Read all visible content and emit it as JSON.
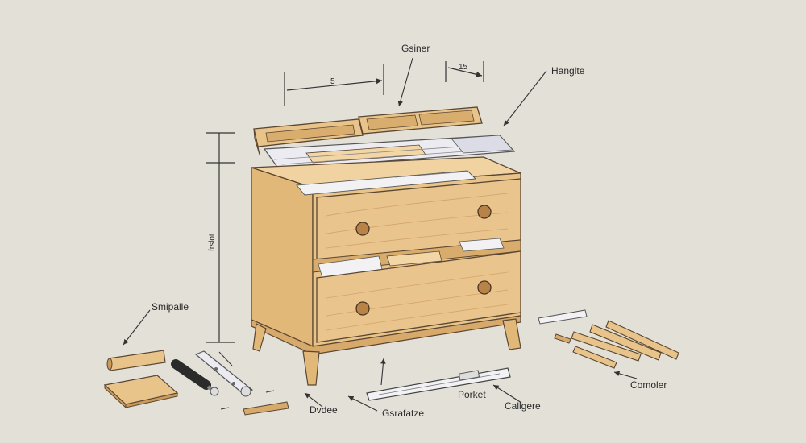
{
  "diagram": {
    "labels": {
      "top_center": "Gsiner",
      "top_right": "Hanglte",
      "width_dim": "5",
      "depth_dim": "15",
      "height_dim": "frslot",
      "left_part": "Smipalle",
      "bottom_1": "Dvdee",
      "bottom_2": "Gsrafatze",
      "bottom_3": "Porket",
      "bottom_4": "Callgere",
      "right_parts": "Comoler"
    },
    "colors": {
      "background": "#e3e0d8",
      "wood": "#e8c38a",
      "wood_dark": "#c99a5c",
      "outline": "#5a4632",
      "metal": "#e9e9ef",
      "line": "#333333"
    }
  }
}
